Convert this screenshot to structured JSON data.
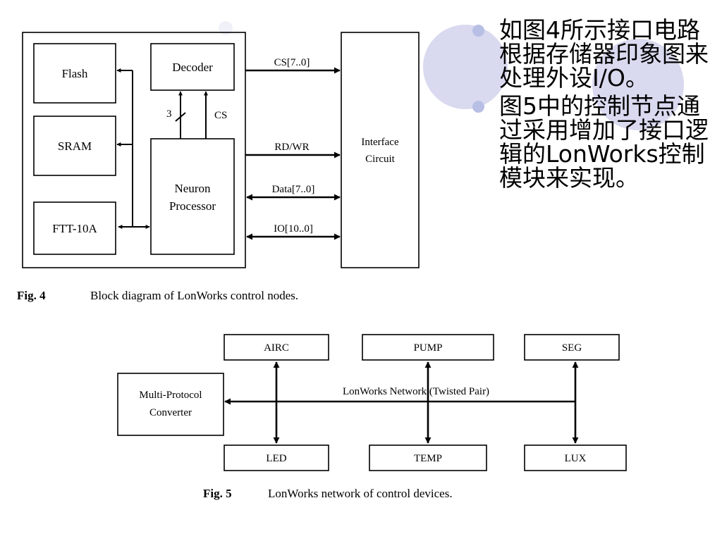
{
  "bullets": [
    "如图4所示接口电路根据存储器印象图来处理外设I/O。",
    "图5中的控制节点通过采用增加了接口逻辑的LonWorks控制模块来实现。"
  ],
  "fig4": {
    "caption_label": "Fig. 4",
    "caption_text": "Block diagram of LonWorks control nodes.",
    "blocks": {
      "flash": "Flash",
      "sram": "SRAM",
      "ftt": "FTT-10A",
      "decoder": "Decoder",
      "neuron_line1": "Neuron",
      "neuron_line2": "Processor",
      "interface_line1": "Interface",
      "interface_line2": "Circuit"
    },
    "signals": {
      "cs_bus": "CS[7..0]",
      "rdwr": "RD/WR",
      "data": "Data[7..0]",
      "io": "IO[10..0]",
      "three": "3",
      "cs": "CS"
    }
  },
  "fig5": {
    "caption_label": "Fig. 5",
    "caption_text": "LonWorks network of control devices.",
    "converter_line1": "Multi-Protocol",
    "converter_line2": "Converter",
    "network_label": "LonWorks Network  (Twisted Pair)",
    "devices": {
      "airc": "AIRC",
      "pump": "PUMP",
      "seg": "SEG",
      "led": "LED",
      "temp": "TEMP",
      "lux": "LUX"
    }
  },
  "colors": {
    "decor_circle": "#d9d9ef",
    "bullet_dot": "#b7bfe4"
  }
}
